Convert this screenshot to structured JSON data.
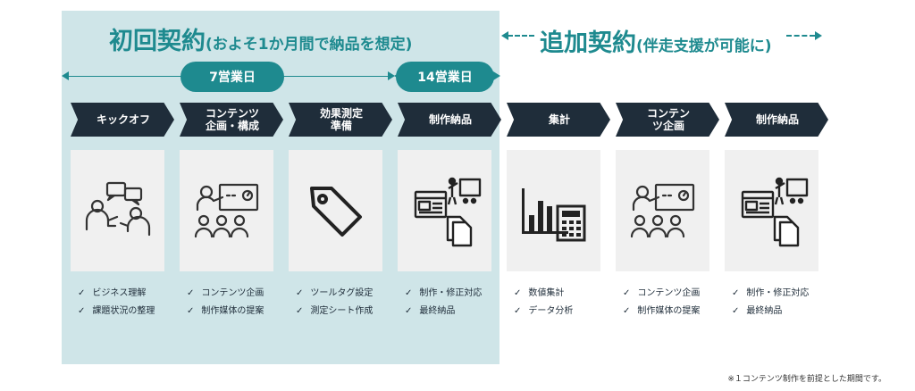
{
  "initial_contract": {
    "title": "初回契約",
    "title_note": "(およそ1か月間で納品を想定)",
    "phase_badges": [
      "7営業日",
      "14営業日"
    ]
  },
  "additional_contract": {
    "title": "追加契約",
    "title_note": "(伴走支援が可能に)"
  },
  "steps": [
    {
      "label": "キックオフ",
      "icon": "meeting-icon",
      "checklist": [
        "ビジネス理解",
        "課題状況の整理"
      ]
    },
    {
      "label": "コンテンツ\n企画・構成",
      "icon": "presentation-audience-icon",
      "checklist": [
        "コンテンツ企画",
        "制作媒体の提案"
      ]
    },
    {
      "label": "効果測定\n準備",
      "icon": "tag-icon",
      "checklist": [
        "ツールタグ設定",
        "測定シート作成"
      ]
    },
    {
      "label": "制作納品",
      "icon": "web-docs-presenter-icon",
      "checklist": [
        "制作・修正対応",
        "最終納品"
      ]
    },
    {
      "label": "集計",
      "icon": "bar-chart-calculator-icon",
      "checklist": [
        "数値集計",
        "データ分析"
      ]
    },
    {
      "label": "コンテン\nツ企画",
      "icon": "presentation-audience-icon",
      "checklist": [
        "コンテンツ企画",
        "制作媒体の提案"
      ]
    },
    {
      "label": "制作納品",
      "icon": "web-docs-presenter-icon",
      "checklist": [
        "制作・修正対応",
        "最終納品"
      ]
    }
  ],
  "check_mark": "✓",
  "footnote": "※１コンテンツ制作を前提とした期間です。",
  "colors": {
    "teal": "#1e8a8f",
    "navy": "#1f2d3a",
    "initial_bg": "#cfe5e8",
    "card_bg": "#f0f0f0"
  }
}
